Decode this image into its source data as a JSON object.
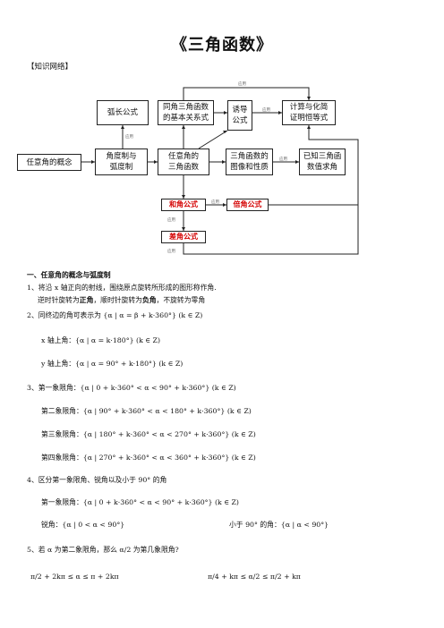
{
  "title": "《三角函数》",
  "tag": "【知识网络】",
  "diagram": {
    "boxes": {
      "concept": "任意角的概念",
      "degree": "角度制与\n弧度制",
      "anyfunc": "任意角的\n三角函数",
      "arc": "弧长公式",
      "basic": "同角三角函数\n的基本关系式",
      "induce": "诱导\n公式",
      "calc": "计算与化简\n证明恒等式",
      "graph": "三角函数的\n图像和性质",
      "known": "已知三角函\n数值求角",
      "sum": "和角公式",
      "double": "倍角公式",
      "diff": "差角公式"
    },
    "label": "应用"
  },
  "s1": {
    "heading": "一、任意角的概念与弧度制",
    "l1": "1、将沿 x 轴正向的射线，围绕原点旋转所形成的图形称作角.",
    "l2a": "逆时针旋转为",
    "l2b": "正角",
    "l2c": "，顺时针旋转为",
    "l2d": "负角",
    "l2e": "，不旋转为零角",
    "l3": "2、同终边的角可表示为 {α | α = β + k·360°} (k ∈ Z)",
    "l4": "x 轴上角：{α | α = k·180°} (k ∈ Z)",
    "l5": "y 轴上角：{α | α = 90° + k·180°} (k ∈ Z)",
    "l6": "3、第一象限角：{α | 0 + k·360° < α < 90° + k·360°} (k ∈ Z)",
    "l7": "第二象限角：{α | 90° + k·360° < α < 180° + k·360°} (k ∈ Z)",
    "l8": "第三象限角：{α | 180° + k·360° < α < 270° + k·360°} (k ∈ Z)",
    "l9": "第四象限角：{α | 270° + k·360° < α < 360° + k·360°} (k ∈ Z)",
    "l10": "4、区分第一象限角、锐角以及小于 90° 的角",
    "l11": "第一象限角：{α | 0 + k·360° < α < 90° + k·360°} (k ∈ Z)",
    "l12a": "锐角：{α | 0 < α < 90°}",
    "l12b": "小于 90° 的角：{α | α < 90°}",
    "l13": "5、若 α 为第二象限角，那么 α/2 为第几象限角?",
    "l14a": "π/2 + 2kπ ≤ α ≤ π + 2kπ",
    "l14b": "π/4 + kπ ≤ α/2 ≤ π/2 + kπ"
  }
}
